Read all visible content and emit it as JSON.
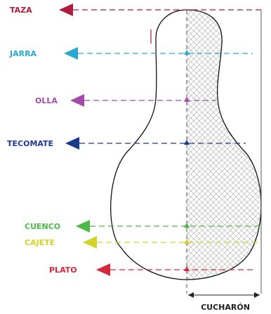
{
  "diagram": {
    "bottom_label": "CUCHARÓN",
    "levels": [
      {
        "label": "TAZA",
        "color": "#b01c3c"
      },
      {
        "label": "JARRA",
        "color": "#29a9cf"
      },
      {
        "label": "OLLA",
        "color": "#a44aa8"
      },
      {
        "label": "TECOMATE",
        "color": "#1c3a8f"
      },
      {
        "label": "CUENCO",
        "color": "#4cb848"
      },
      {
        "label": "CAJETE",
        "color": "#d4d22a"
      },
      {
        "label": "PLATO",
        "color": "#d6283a"
      }
    ]
  }
}
